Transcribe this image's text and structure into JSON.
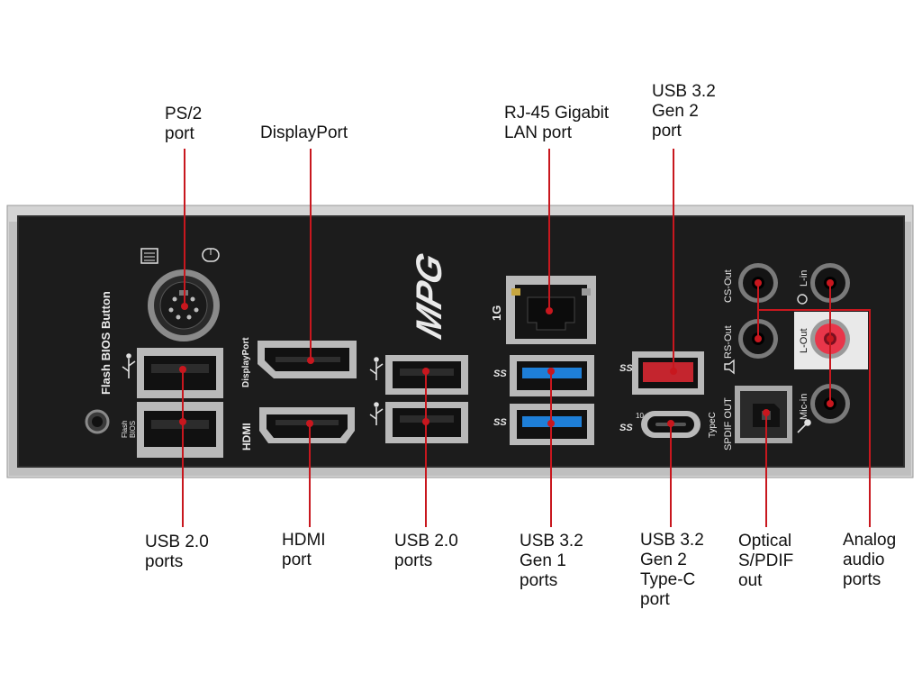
{
  "colors": {
    "leader_line": "#c8171e",
    "panel": "#1c1c1c",
    "frame": "#c9c9c9",
    "usb3_blue": "#1e7fd8",
    "usb32_red": "#c4252e",
    "audio_pink": "#e8364a"
  },
  "callouts": {
    "ps2": [
      "PS/2",
      "port"
    ],
    "displayport": [
      "DisplayPort"
    ],
    "rj45": [
      "RJ-45 Gigabit",
      "LAN port"
    ],
    "usb32_gen2": [
      "USB 3.2",
      "Gen 2",
      "port"
    ],
    "usb20_left": [
      "USB 2.0",
      "ports"
    ],
    "hdmi": [
      "HDMI",
      "port"
    ],
    "usb20_mid": [
      "USB 2.0",
      "ports"
    ],
    "usb32_gen1": [
      "USB 3.2",
      "Gen 1",
      "ports"
    ],
    "usb32_typec": [
      "USB 3.2",
      "Gen 2",
      "Type-C",
      "port"
    ],
    "spdif": [
      "Optical",
      "S/PDIF",
      "out"
    ],
    "audio": [
      "Analog",
      "audio",
      "ports"
    ]
  },
  "silkscreen": {
    "flash_bios_button": "Flash BIOS Button",
    "flash": "Flash",
    "bios": "BIOS",
    "displayport": "DisplayPort",
    "hdmi": "HDMI",
    "brand": "MPG",
    "lan_speed": "1G",
    "ss": "SS",
    "ss10": "10",
    "typec": "TypeC",
    "spdif_out": "SPDIF OUT",
    "rs_out": "RS-Out",
    "cs_out": "CS-Out",
    "l_in": "L-in",
    "l_out": "L-Out",
    "mic_in": "Mic-in"
  },
  "icons": [
    "keyboard-icon",
    "mouse-icon",
    "usb-icon",
    "superspeed-usb-icon",
    "speaker-icon",
    "microphone-icon",
    "headphone-icon"
  ]
}
